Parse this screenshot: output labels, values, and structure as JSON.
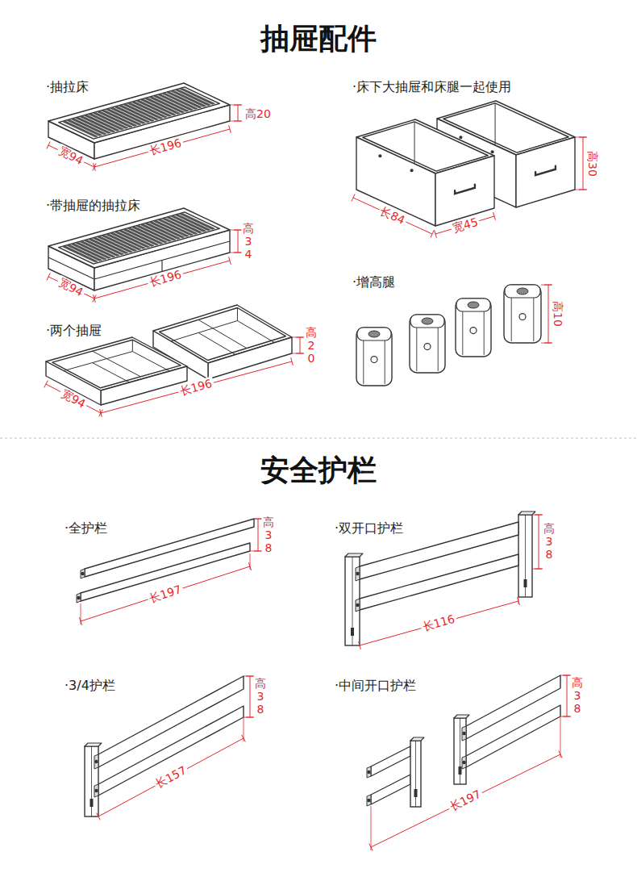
{
  "diagram": {
    "title": "抽屉配件",
    "labels": [
      "·抽拉床",
      "高20",
      "宽94",
      "长196",
      "·床下大抽屉和床腿一起使用",
      "高30",
      "长84",
      "宽45",
      "·带抽屉的抽拉床",
      "高 34",
      "宽94",
      "长196",
      "·两个抽屉",
      "高 20",
      "宽94",
      "长196",
      "·增高腿",
      "高10",
      "安全护栏",
      "·全护栏",
      "高 38",
      "长197",
      "·双开口护栏",
      "高 38",
      "长116",
      "·3/4护栏",
      "高 38",
      "长157",
      "·中间开口护栏",
      "高 38",
      "长197"
    ]
  }
}
